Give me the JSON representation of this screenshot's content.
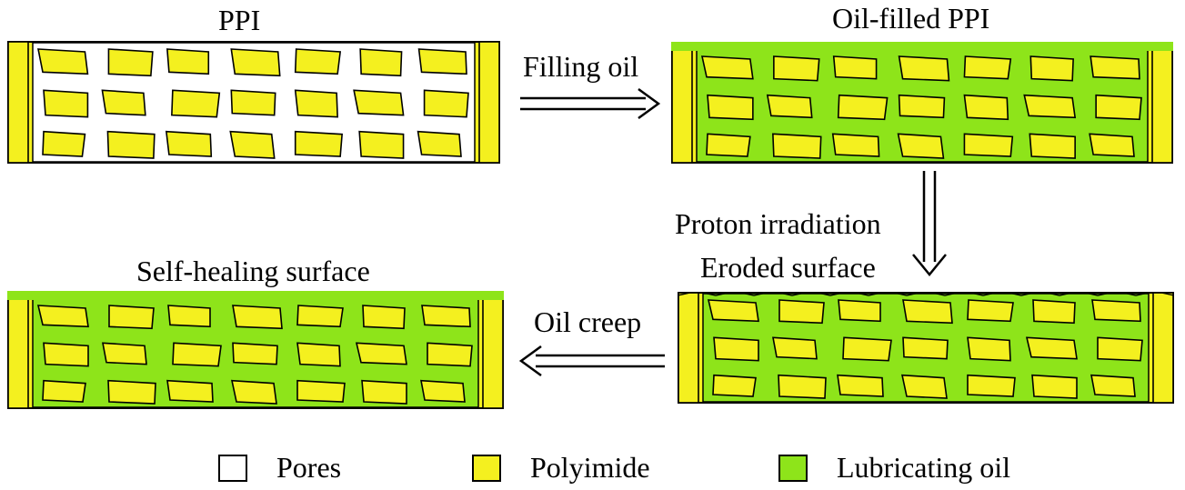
{
  "panels": {
    "ppi": {
      "title": "PPI"
    },
    "oil_filled": {
      "title": "Oil-filled PPI"
    },
    "eroded": {
      "title": "Eroded surface"
    },
    "self_healing": {
      "title": "Self-healing surface"
    }
  },
  "steps": {
    "filling": "Filling oil",
    "irradiation": "Proton irradiation",
    "creep": "Oil creep"
  },
  "legend": [
    {
      "label": "Pores",
      "color": "#ffffff"
    },
    {
      "label": "Polyimide",
      "color": "#f4f01f"
    },
    {
      "label": "Lubricating oil",
      "color": "#8ee41a"
    }
  ],
  "colors": {
    "polyimide": "#f4f01f",
    "oil": "#8ee41a",
    "pores": "#ffffff",
    "outline": "#000000"
  }
}
